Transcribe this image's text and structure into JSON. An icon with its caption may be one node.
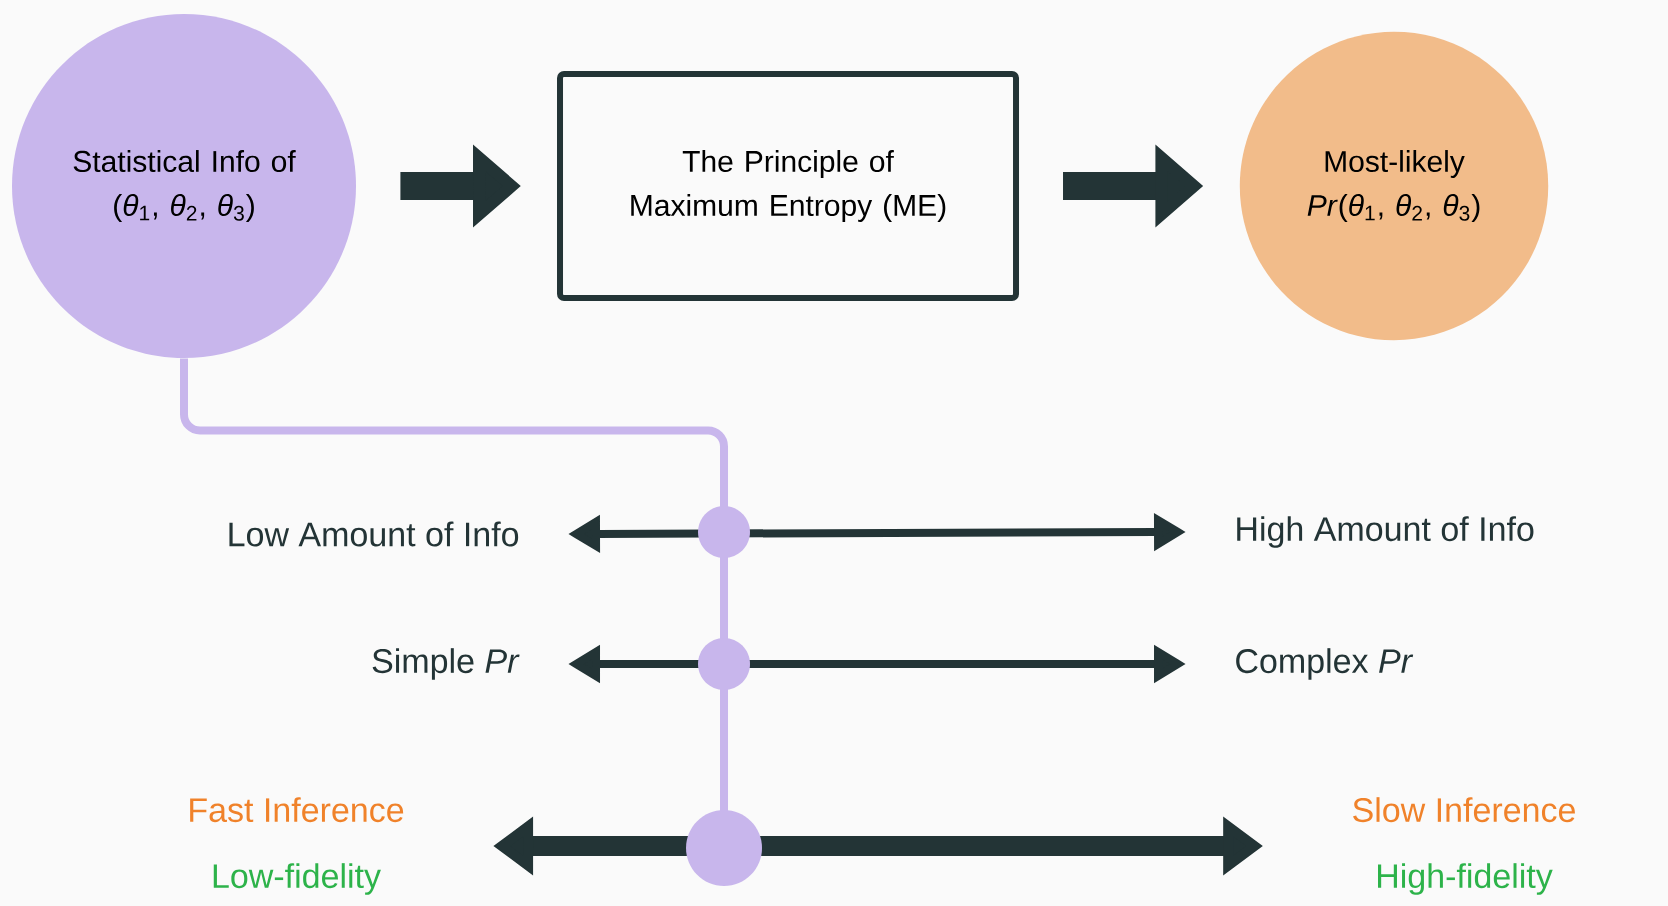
{
  "diagram": {
    "nodes": [
      {
        "text": [
          "Statistical Info of",
          "(*θ*$_{1}$,  *θ*$_{2}$,  *θ*$_{3}$)"
        ]
      },
      {
        "text": [
          "The Principle of Maximum Entropy (ME)"
        ]
      },
      {
        "text": [
          "Most-likely",
          "*Pr*(*θ*$_{1}$,  *θ*$_{2}$,  *θ*$_{3}$)"
        ]
      },
      {
        "text": [
          "Low Amount of Info"
        ]
      },
      {
        "text": [
          "High Amount of Info"
        ]
      },
      {
        "text": [
          "Simple *Pr*"
        ]
      },
      {
        "text": [
          "Complex *Pr*"
        ]
      },
      {
        "text": [
          "Fast Inference",
          "Low-fidelity"
        ]
      },
      {
        "text": [
          "Slow Inference",
          "High-fidelity"
        ]
      }
    ],
    "edges": [
      {
        "from": 0,
        "to": 1,
        "arrow": "to",
        "style": "thick"
      },
      {
        "from": 1,
        "to": 2,
        "arrow": "to",
        "style": "thick"
      },
      {
        "from": 3,
        "to": 4,
        "arrow": "both"
      },
      {
        "from": 5,
        "to": 6,
        "arrow": "both"
      },
      {
        "from": 7,
        "to": 8,
        "arrow": "both",
        "style": "thick"
      },
      {
        "from": 0,
        "to": null,
        "arrow": "none",
        "color": "#c8b6ec"
      }
    ]
  }
}
